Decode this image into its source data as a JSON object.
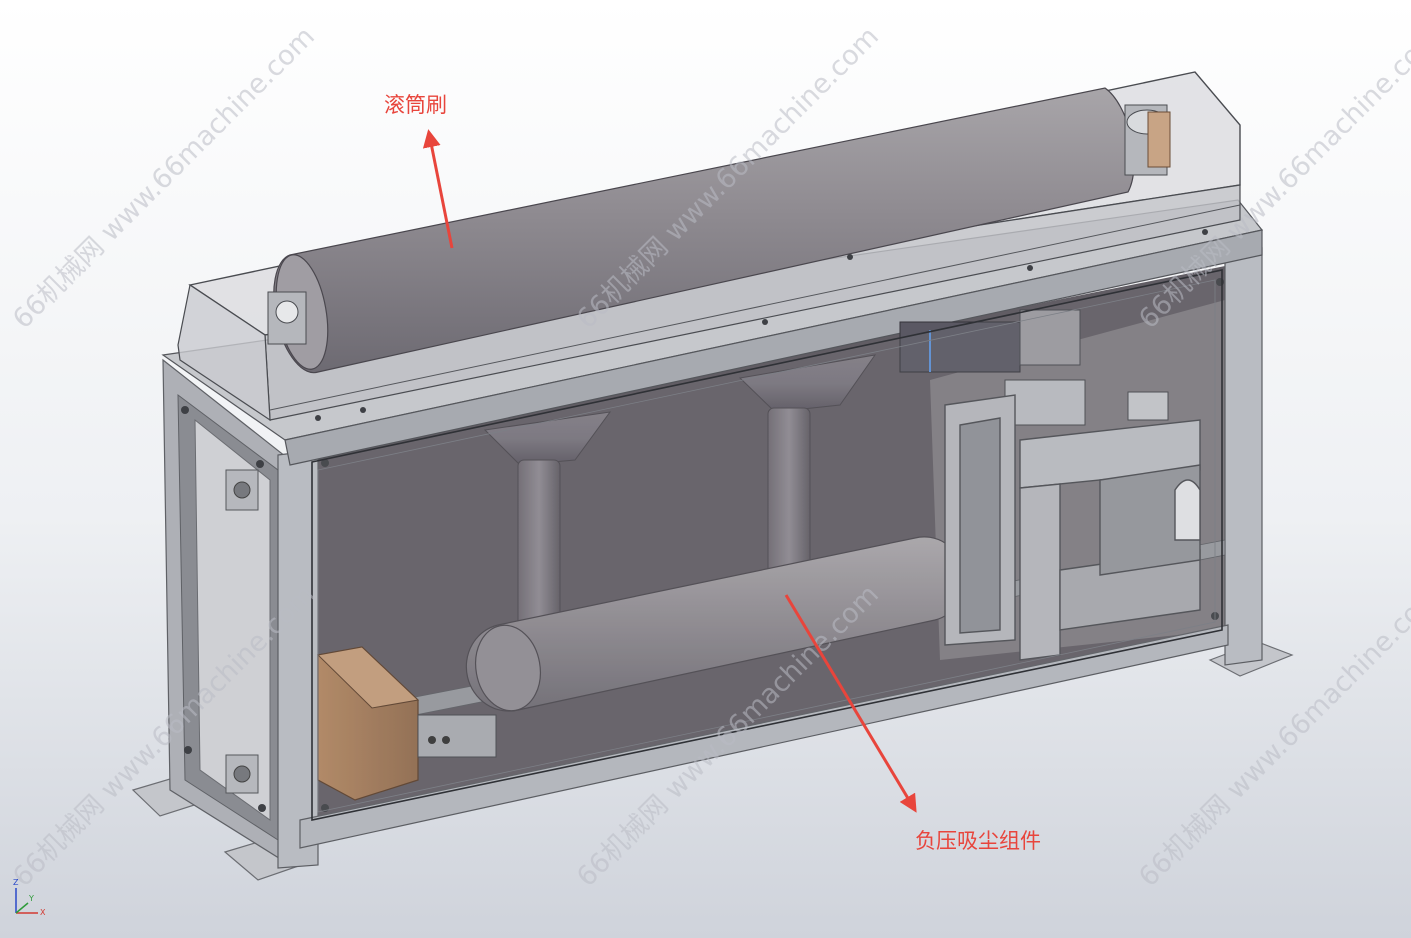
{
  "labels": {
    "roller_brush": "滚筒刷",
    "vacuum_assembly": "负压吸尘组件"
  },
  "watermark": {
    "text": "66机械网 www.66machine.com"
  },
  "triad": {
    "x": "X",
    "y": "Y",
    "z": "Z"
  },
  "colors": {
    "annotation": "#e8453c",
    "background_top": "#ffffff",
    "background_bottom": "#cfd3db",
    "frame": "#b9bcc2"
  }
}
